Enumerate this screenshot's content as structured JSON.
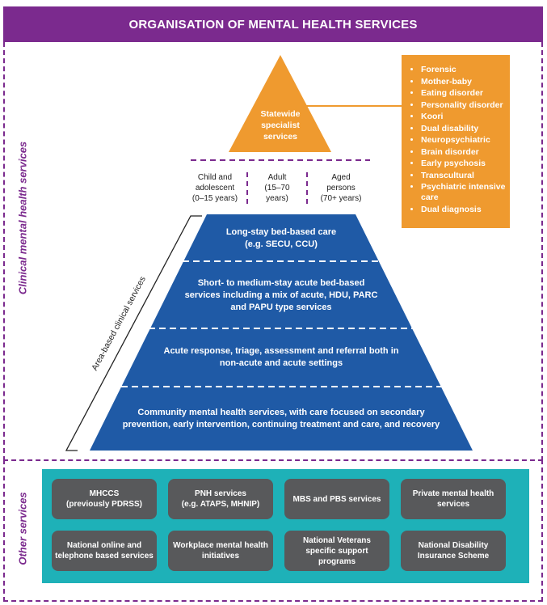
{
  "title": "ORGANISATION OF MENTAL HEALTH SERVICES",
  "side_labels": {
    "clinical": "Clinical mental health services",
    "other": "Other services",
    "area_based": "Area-based clinical services"
  },
  "statewide": {
    "line1": "Statewide",
    "line2": "specialist",
    "line3": "services"
  },
  "specialist_list": [
    "Forensic",
    "Mother-baby",
    "Eating disorder",
    "Personality disorder",
    "Koori",
    "Dual disability",
    "Neuropsychiatric",
    "Brain disorder",
    "Early psychosis",
    "Transcultural",
    "Psychiatric intensive care",
    "Dual diagnosis"
  ],
  "age_groups": [
    {
      "l1": "Child and",
      "l2": "adolescent",
      "l3": "(0–15 years)"
    },
    {
      "l1": "Adult",
      "l2": "(15–70",
      "l3": "years)"
    },
    {
      "l1": "Aged",
      "l2": "persons",
      "l3": "(70+ years)"
    }
  ],
  "tiers": [
    {
      "l1": "Long-stay bed-based care",
      "l2": "(e.g. SECU, CCU)"
    },
    {
      "l1": "Short- to medium-stay acute bed-based",
      "l2": "services including a mix of acute, HDU, PARC",
      "l3": "and PAPU type services"
    },
    {
      "l1": "Acute response, triage, assessment and referral both in",
      "l2": "non-acute and acute settings"
    },
    {
      "l1": "Community mental health services, with care focused on secondary",
      "l2": "prevention, early intervention, continuing treatment and care, and recovery"
    }
  ],
  "other_services": [
    {
      "l1": "MHCCS",
      "l2": "(previously PDRSS)"
    },
    {
      "l1": "PNH services",
      "l2": "(e.g. ATAPS, MHNIP)"
    },
    {
      "l1": "MBS and PBS services",
      "l2": ""
    },
    {
      "l1": "Private mental health",
      "l2": "services"
    },
    {
      "l1": "National online and",
      "l2": "telephone based services"
    },
    {
      "l1": "Workplace mental health",
      "l2": "initiatives"
    },
    {
      "l1": "National Veterans",
      "l2": "specific support",
      "l3": "programs"
    },
    {
      "l1": "National Disability",
      "l2": "Insurance Scheme"
    }
  ],
  "colors": {
    "purple": "#7b2a8e",
    "orange": "#ef9a2f",
    "blue": "#1f5aa6",
    "teal": "#1eb1b8",
    "grey": "#58595b"
  }
}
